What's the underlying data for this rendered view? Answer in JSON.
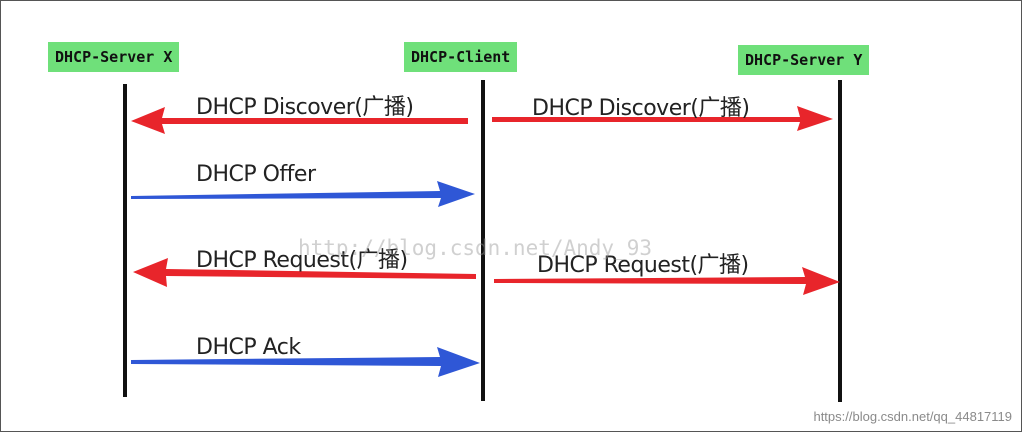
{
  "participants": {
    "server_x": "DHCP-Server X",
    "client": "DHCP-Client",
    "server_y": "DHCP-Server Y"
  },
  "messages": {
    "discover_x": "DHCP Discover(广播)",
    "discover_y": "DHCP Discover(广播)",
    "offer": "DHCP Offer",
    "request_x": "DHCP Request(广播)",
    "request_y": "DHCP Request(广播)",
    "ack": "DHCP Ack"
  },
  "watermark": "http://blog.csdn.net/Andy_93",
  "footer_watermark": "https://blog.csdn.net/qq_44817119",
  "colors": {
    "label_bg": "#6fe07a",
    "broadcast_arrow": "#e8252b",
    "unicast_arrow": "#2f57d6",
    "lifeline": "#111111"
  }
}
